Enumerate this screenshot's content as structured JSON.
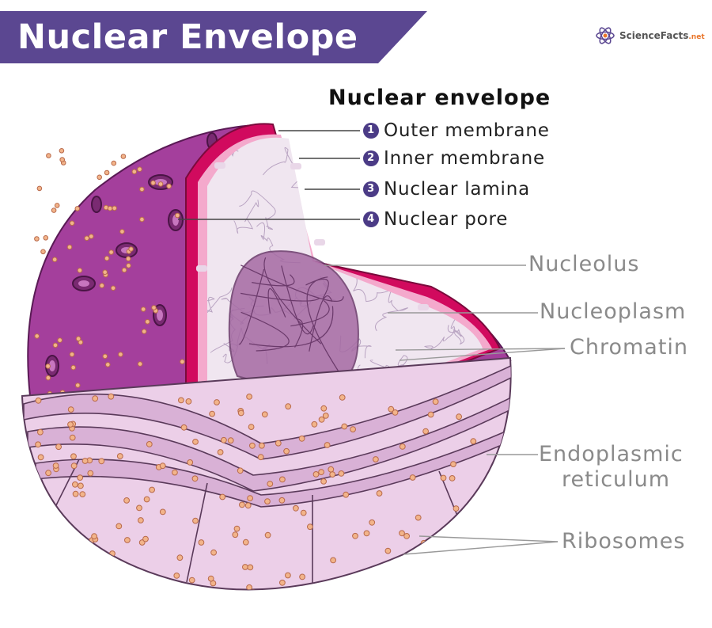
{
  "title": "Nuclear Envelope",
  "logo": {
    "text": "ScienceFacts",
    "suffix": ".net"
  },
  "envelope": {
    "heading": "Nuclear envelope",
    "items": [
      {
        "num": "1",
        "label": "Outer membrane"
      },
      {
        "num": "2",
        "label": "Inner membrane"
      },
      {
        "num": "3",
        "label": "Nuclear lamina"
      },
      {
        "num": "4",
        "label": "Nuclear pore"
      }
    ]
  },
  "labels": {
    "nucleolus": "Nucleolus",
    "nucleoplasm": "Nucleoplasm",
    "chromatin": "Chromatin",
    "er_line1": "Endoplasmic",
    "er_line2": "reticulum",
    "ribosomes": "Ribosomes"
  },
  "colors": {
    "banner": "#5b4791",
    "nucleus": "#a43f9c",
    "membrane": "#d10a5e",
    "interior": "#f0e6f0",
    "er": "#eccfe8",
    "ribosome": "#f2b48a"
  }
}
